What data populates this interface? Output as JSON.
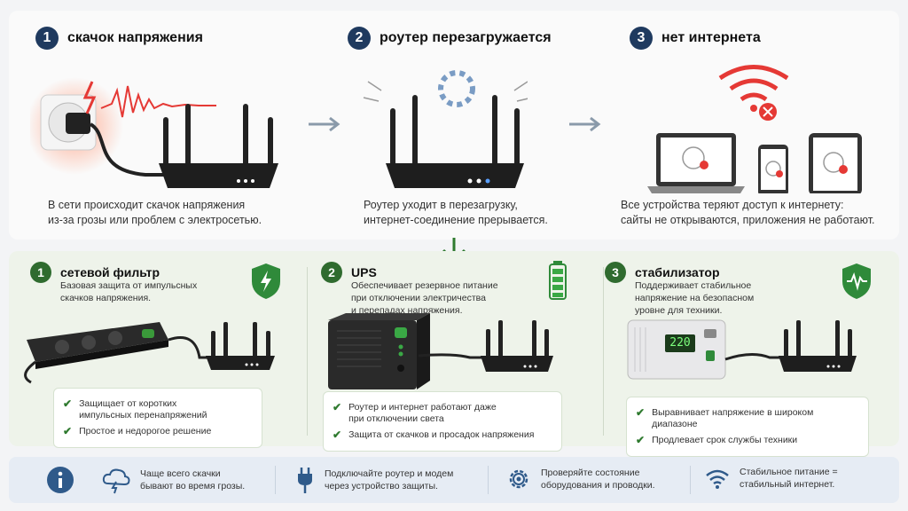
{
  "steps": [
    {
      "num": "1",
      "title": "скачок напряжения",
      "desc_line1": "В сети происходит скачок напряжения",
      "desc_line2": "из-за грозы или проблем с электросетью."
    },
    {
      "num": "2",
      "title": "роутер перезагружается",
      "desc_line1": "Роутер уходит в перезагрузку,",
      "desc_line2": "интернет-соединение прерывается."
    },
    {
      "num": "3",
      "title": "нет интернета",
      "desc_line1": "Все устройства теряют доступ к интернету:",
      "desc_line2": "сайты не открываются, приложения не работают."
    }
  ],
  "solutions": [
    {
      "num": "1",
      "title": "сетевой фильтр",
      "desc": [
        "Базовая защита от импульсных",
        "скачков напряжения."
      ],
      "checks": [
        [
          "Защищает от коротких",
          "импульсных перенапряжений"
        ],
        [
          "Простое и недорогое решение"
        ]
      ]
    },
    {
      "num": "2",
      "title": "UPS",
      "desc": [
        "Обеспечивает резервное питание",
        "при отключении электричества",
        "и перепадах напряжения."
      ],
      "checks": [
        [
          "Роутер и интернет работают даже",
          "при отключении света"
        ],
        [
          "Защита от скачков и просадок напряжения"
        ]
      ]
    },
    {
      "num": "3",
      "title": "стабилизатор",
      "desc": [
        "Поддерживает стабильное",
        "напряжение на безопасном",
        "уровне для техники."
      ],
      "checks": [
        [
          "Выравнивает напряжение в широком диапазоне"
        ],
        [
          "Продлевает срок службы техники"
        ]
      ],
      "display_value": "220"
    }
  ],
  "tips": [
    {
      "icon": "info-icon",
      "line1": "",
      "line2": ""
    },
    {
      "icon": "storm-cloud-icon",
      "line1": "Чаще всего скачки",
      "line2": "бывают во время грозы."
    },
    {
      "icon": "plug-icon",
      "line1": "Подключайте роутер и модем",
      "line2": "через устройство защиты."
    },
    {
      "icon": "gear-icon",
      "line1": "Проверяйте состояние",
      "line2": "оборудования и проводки."
    },
    {
      "icon": "wifi-icon",
      "line1": "Стабильное питание =",
      "line2": "стабильный интернет."
    }
  ],
  "colors": {
    "dark_blue": "#1f3a5f",
    "green": "#2f6b2f",
    "red": "#e53935",
    "panel_green": "#eef3ea"
  }
}
